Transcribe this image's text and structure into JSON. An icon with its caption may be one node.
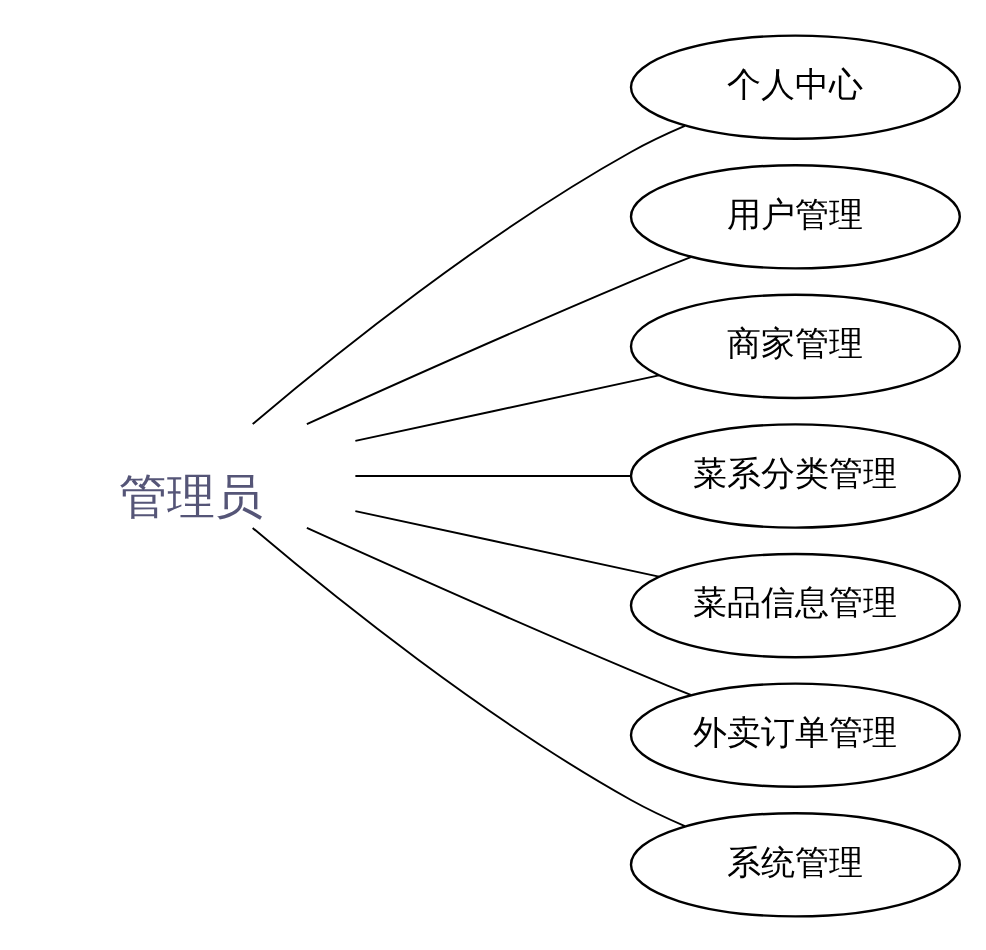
{
  "diagram": {
    "nodes": [
      {
        "text": [
          "管理员"
        ]
      },
      {
        "text": [
          "个人中心"
        ]
      },
      {
        "text": [
          "用户管理"
        ]
      },
      {
        "text": [
          "商家管理"
        ]
      },
      {
        "text": [
          "菜系分类管理"
        ]
      },
      {
        "text": [
          "菜品信息管理"
        ]
      },
      {
        "text": [
          "外卖订单管理"
        ]
      },
      {
        "text": [
          "系统管理"
        ]
      }
    ],
    "edges": [
      {
        "from": 0,
        "to": 1,
        "arrow": "none"
      },
      {
        "from": 0,
        "to": 2,
        "arrow": "none"
      },
      {
        "from": 0,
        "to": 3,
        "arrow": "none"
      },
      {
        "from": 0,
        "to": 4,
        "arrow": "none"
      },
      {
        "from": 0,
        "to": 5,
        "arrow": "none"
      },
      {
        "from": 0,
        "to": 6,
        "arrow": "none"
      },
      {
        "from": 0,
        "to": 7,
        "arrow": "none"
      }
    ]
  }
}
